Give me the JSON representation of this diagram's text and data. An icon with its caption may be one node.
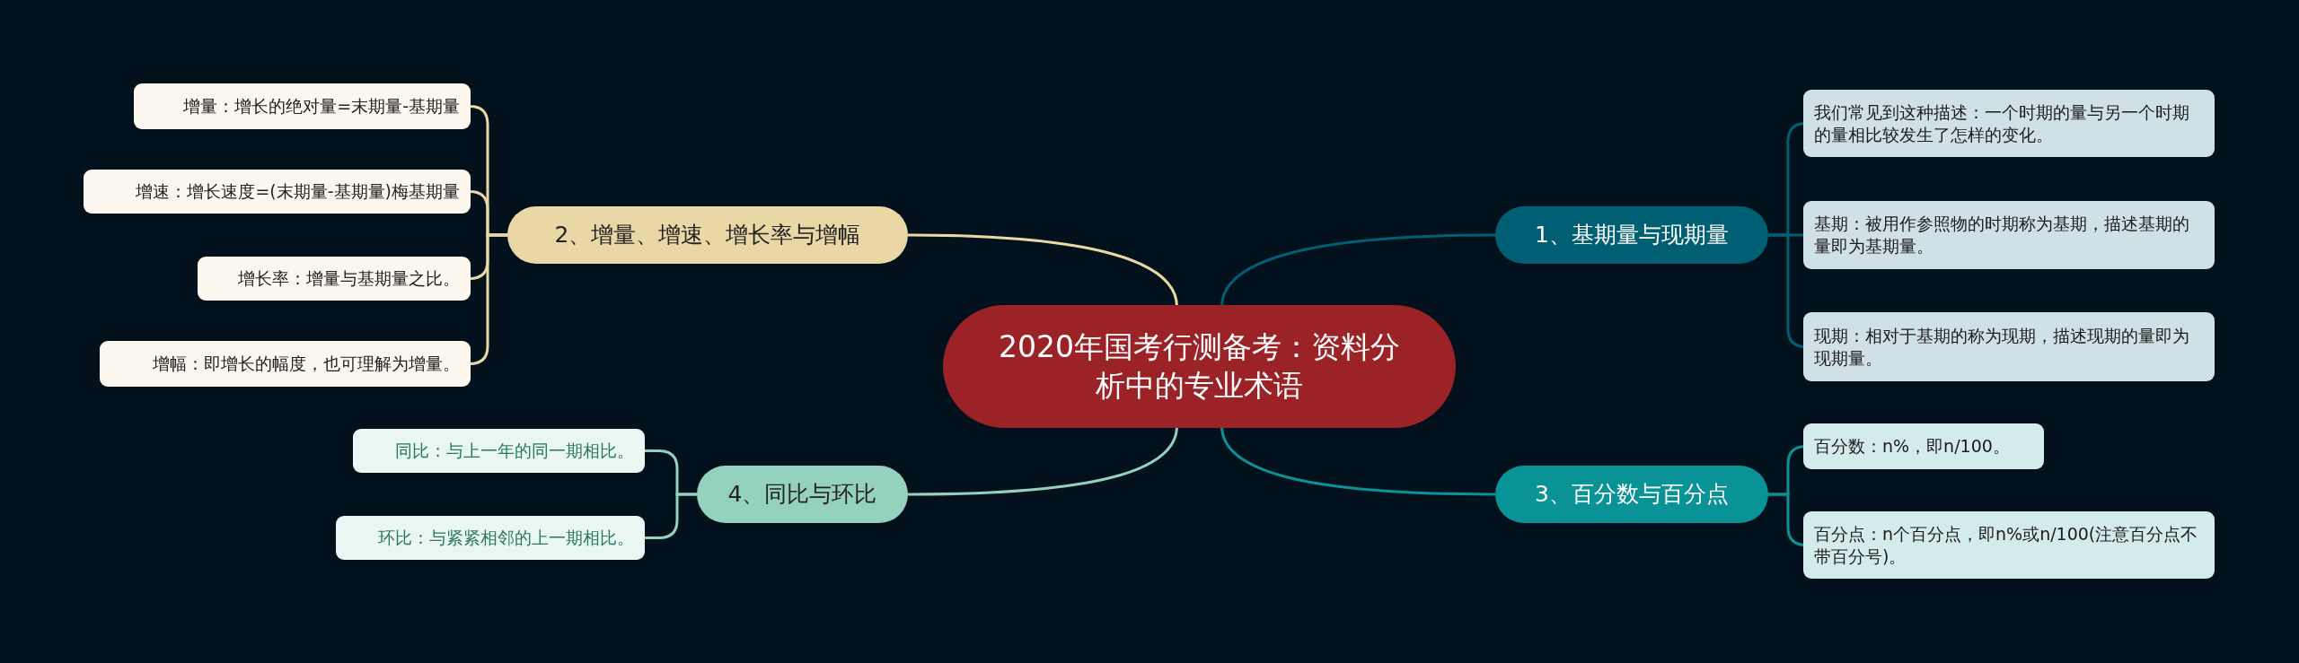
{
  "diagram": {
    "nodes": [
      {
        "text": [
          "2020年国考行测备考：资料分析中的专业术语"
        ]
      },
      {
        "text": [
          "1、基期量与现期量"
        ]
      },
      {
        "text": [
          "我们常见到这种描述：一个时期的量与另一个时期的量相比较发生了怎样的变化。"
        ]
      },
      {
        "text": [
          "基期：被用作参照物的时期称为基期，描述基期的量即为基期量。"
        ]
      },
      {
        "text": [
          "现期：相对于基期的称为现期，描述现期的量即为现期量。"
        ]
      },
      {
        "text": [
          "3、百分数与百分点"
        ]
      },
      {
        "text": [
          "百分数：n%，即n/100。"
        ]
      },
      {
        "text": [
          "百分点：n个百分点，即n%或n/100(注意百分点不带百分号)。"
        ]
      },
      {
        "text": [
          "2、增量、增速、增长率与增幅"
        ]
      },
      {
        "text": [
          "增量：增长的绝对量=末期量-基期量"
        ]
      },
      {
        "text": [
          "增速：增长速度=(末期量-基期量)梅基期量"
        ]
      },
      {
        "text": [
          "增长率：增量与基期量之比。"
        ]
      },
      {
        "text": [
          "增幅：即增长的幅度，也可理解为增量。"
        ]
      },
      {
        "text": [
          "4、同比与环比"
        ]
      },
      {
        "text": [
          "同比：与上一年的同一期相比。"
        ]
      },
      {
        "text": [
          "环比：与紧紧相邻的上一期相比。"
        ]
      }
    ],
    "edges": [
      {
        "from": 0,
        "to": 1,
        "arrow": "none",
        "color": "#005f73"
      },
      {
        "from": 1,
        "to": 2,
        "arrow": "none",
        "color": "#005f73"
      },
      {
        "from": 1,
        "to": 3,
        "arrow": "none",
        "color": "#005f73"
      },
      {
        "from": 1,
        "to": 4,
        "arrow": "none",
        "color": "#005f73"
      },
      {
        "from": 0,
        "to": 5,
        "arrow": "none",
        "color": "#0a9396"
      },
      {
        "from": 5,
        "to": 6,
        "arrow": "none",
        "color": "#0a9396"
      },
      {
        "from": 5,
        "to": 7,
        "arrow": "none",
        "color": "#0a9396"
      },
      {
        "from": 0,
        "to": 8,
        "arrow": "none",
        "color": "#e9d8a6"
      },
      {
        "from": 8,
        "to": 9,
        "arrow": "none",
        "color": "#e9d8a6"
      },
      {
        "from": 8,
        "to": 10,
        "arrow": "none",
        "color": "#e9d8a6"
      },
      {
        "from": 8,
        "to": 11,
        "arrow": "none",
        "color": "#e9d8a6"
      },
      {
        "from": 8,
        "to": 12,
        "arrow": "none",
        "color": "#e9d8a6"
      },
      {
        "from": 0,
        "to": 13,
        "arrow": "none",
        "color": "#94d2bd"
      },
      {
        "from": 13,
        "to": 14,
        "arrow": "none",
        "color": "#94d2bd"
      },
      {
        "from": 13,
        "to": 15,
        "arrow": "none",
        "color": "#94d2bd"
      }
    ]
  }
}
